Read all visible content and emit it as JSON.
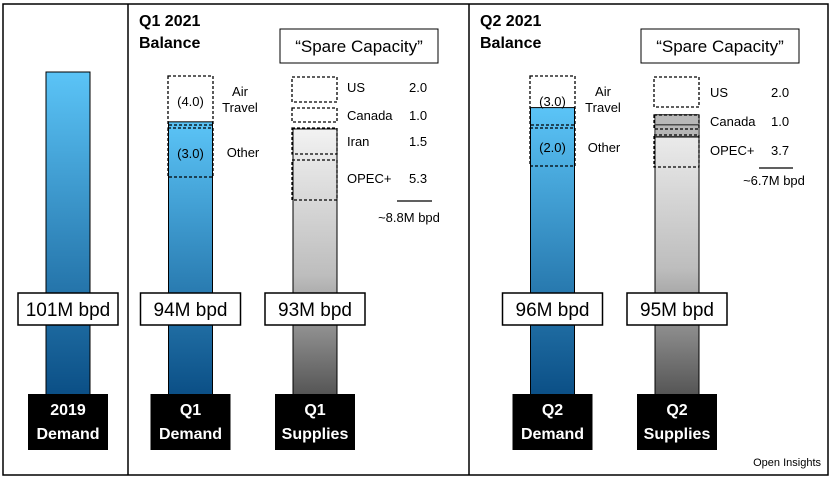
{
  "chart_data": {
    "type": "bar",
    "source": "Open Insights",
    "colors": {
      "demand_top": "#5bc4f7",
      "demand_bottom": "#0b4f86",
      "supply_top": "#f2f2f2",
      "supply_bottom": "#555555"
    },
    "bars": [
      {
        "id": "demand-2019",
        "label_line1": "2019",
        "label_line2": "Demand",
        "value_label": "101M bpd",
        "value": 101,
        "kind": "demand"
      },
      {
        "id": "demand-q1",
        "label_line1": "Q1",
        "label_line2": "Demand",
        "value_label": "94M bpd",
        "value": 94,
        "kind": "demand"
      },
      {
        "id": "supplies-q1",
        "label_line1": "Q1",
        "label_line2": "Supplies",
        "value_label": "93M bpd",
        "value": 93,
        "kind": "supply"
      },
      {
        "id": "demand-q2",
        "label_line1": "Q2",
        "label_line2": "Demand",
        "value_label": "96M bpd",
        "value": 96,
        "kind": "demand"
      },
      {
        "id": "supplies-q2",
        "label_line1": "Q2",
        "label_line2": "Supplies",
        "value_label": "95M bpd",
        "value": 95,
        "kind": "supply"
      }
    ],
    "panels": [
      {
        "id": "q1",
        "title_line1": "Q1 2021",
        "title_line2": "Balance",
        "spare_title": "“Spare Capacity”",
        "demand_gaps": [
          {
            "value_text": "(4.0)",
            "label_lines": [
              "Air",
              "Travel"
            ]
          },
          {
            "value_text": "(3.0)",
            "label_lines": [
              "Other"
            ]
          }
        ],
        "spare": [
          {
            "name": "US",
            "value": "2.0"
          },
          {
            "name": "Canada",
            "value": "1.0"
          },
          {
            "name": "Iran",
            "value": "1.5"
          },
          {
            "name": "OPEC+",
            "value": "5.3"
          }
        ],
        "spare_total": "~8.8M bpd"
      },
      {
        "id": "q2",
        "title_line1": "Q2 2021",
        "title_line2": "Balance",
        "spare_title": "“Spare Capacity”",
        "demand_gaps": [
          {
            "value_text": "(3.0)",
            "label_lines": [
              "Air",
              "Travel"
            ]
          },
          {
            "value_text": "(2.0)",
            "label_lines": [
              "Other"
            ]
          }
        ],
        "spare": [
          {
            "name": "US",
            "value": "2.0"
          },
          {
            "name": "Canada",
            "value": "1.0"
          },
          {
            "name": "OPEC+",
            "value": "3.7"
          }
        ],
        "spare_total": "~6.7M bpd"
      }
    ]
  }
}
